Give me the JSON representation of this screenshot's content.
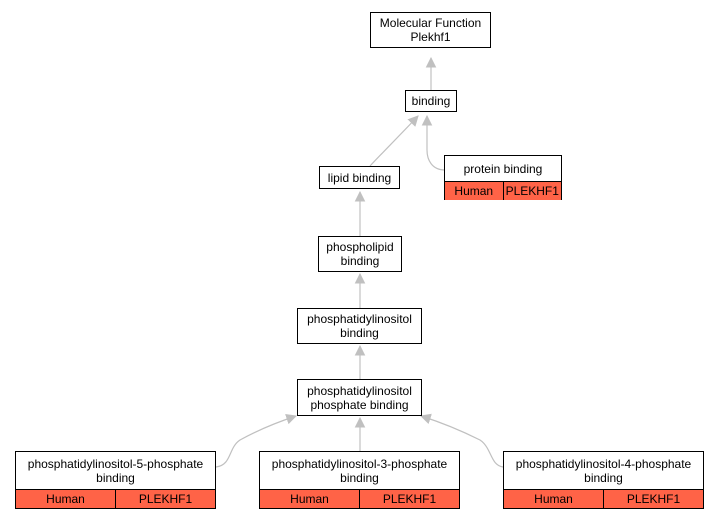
{
  "diagram": {
    "nodes": {
      "molecular_function": "Molecular Function\nPlekhf1",
      "binding": "binding",
      "protein_binding": "protein binding",
      "lipid_binding": "lipid binding",
      "phospholipid_binding": "phospholipid\nbinding",
      "pi_binding": "phosphatidylinositol\nbinding",
      "pip_binding": "phosphatidylinositol\nphosphate binding",
      "pi5p_binding": "phosphatidylinositol-5-phosphate\nbinding",
      "pi3p_binding": "phosphatidylinositol-3-phosphate\nbinding",
      "pi4p_binding": "phosphatidylinositol-4-phosphate\nbinding"
    },
    "annotation": {
      "species": "Human",
      "gene": "PLEKHF1"
    },
    "colors": {
      "annotation_fill": "#ff6347",
      "edge": "#c0c0c0",
      "border": "#000000"
    }
  }
}
